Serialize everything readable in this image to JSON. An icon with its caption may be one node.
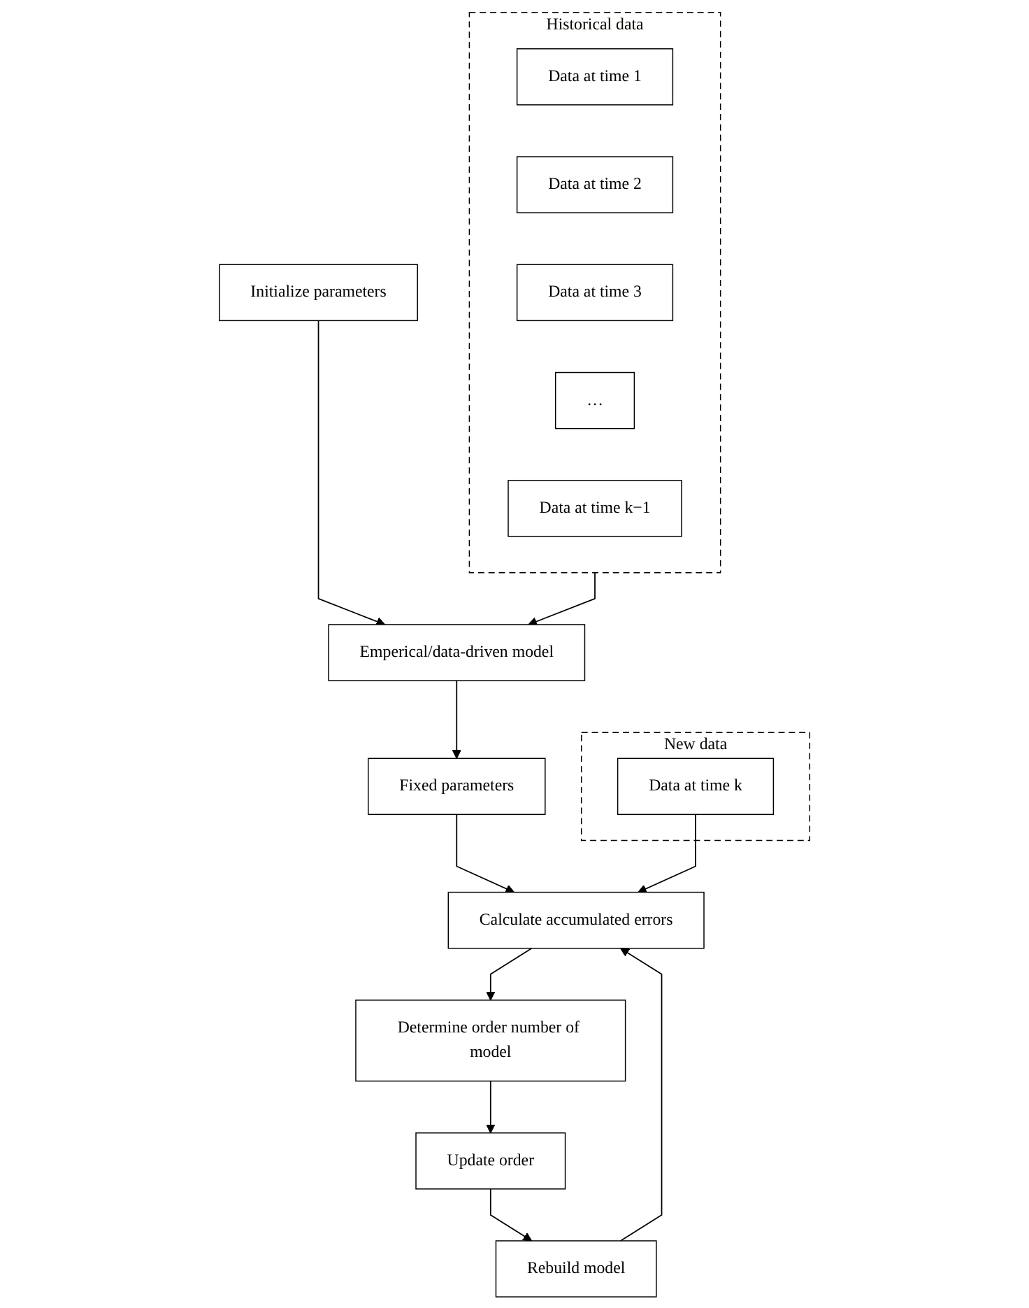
{
  "diagram": {
    "nodes": [
      {
        "text": [
          "Historical data"
        ]
      },
      {
        "text": [
          "Data at time 1"
        ],
        "in": 0
      },
      {
        "text": [
          "Data at time 2"
        ],
        "in": 0
      },
      {
        "text": [
          "Data at time 3"
        ],
        "in": 0
      },
      {
        "text": [
          "…"
        ],
        "in": 0
      },
      {
        "text": [
          "Data at time k−1"
        ],
        "in": 0
      },
      {
        "text": [
          "New data"
        ]
      },
      {
        "text": [
          "Data at time k"
        ],
        "in": 6
      },
      {
        "text": [
          "Initialize parameters"
        ]
      },
      {
        "text": [
          "Emperical/data-driven model"
        ]
      },
      {
        "text": [
          "Fixed parameters"
        ]
      },
      {
        "text": [
          "Calculate accumulated errors"
        ]
      },
      {
        "text": [
          "Determine order number of model"
        ]
      },
      {
        "text": [
          "Update order"
        ]
      },
      {
        "text": [
          "Rebuild model"
        ]
      }
    ],
    "edges": [
      {
        "from": 0,
        "to": 9,
        "arrow": "to"
      },
      {
        "from": 8,
        "to": 9,
        "arrow": "to"
      },
      {
        "from": 9,
        "to": 10,
        "arrow": "to"
      },
      {
        "from": 10,
        "to": 11,
        "arrow": "to"
      },
      {
        "from": 7,
        "to": 11,
        "arrow": "to"
      },
      {
        "from": 14,
        "to": 11,
        "arrow": "to"
      },
      {
        "from": 11,
        "to": 12,
        "arrow": "to"
      },
      {
        "from": 12,
        "to": 13,
        "arrow": "to"
      },
      {
        "from": 13,
        "to": 14,
        "arrow": "to"
      }
    ]
  }
}
